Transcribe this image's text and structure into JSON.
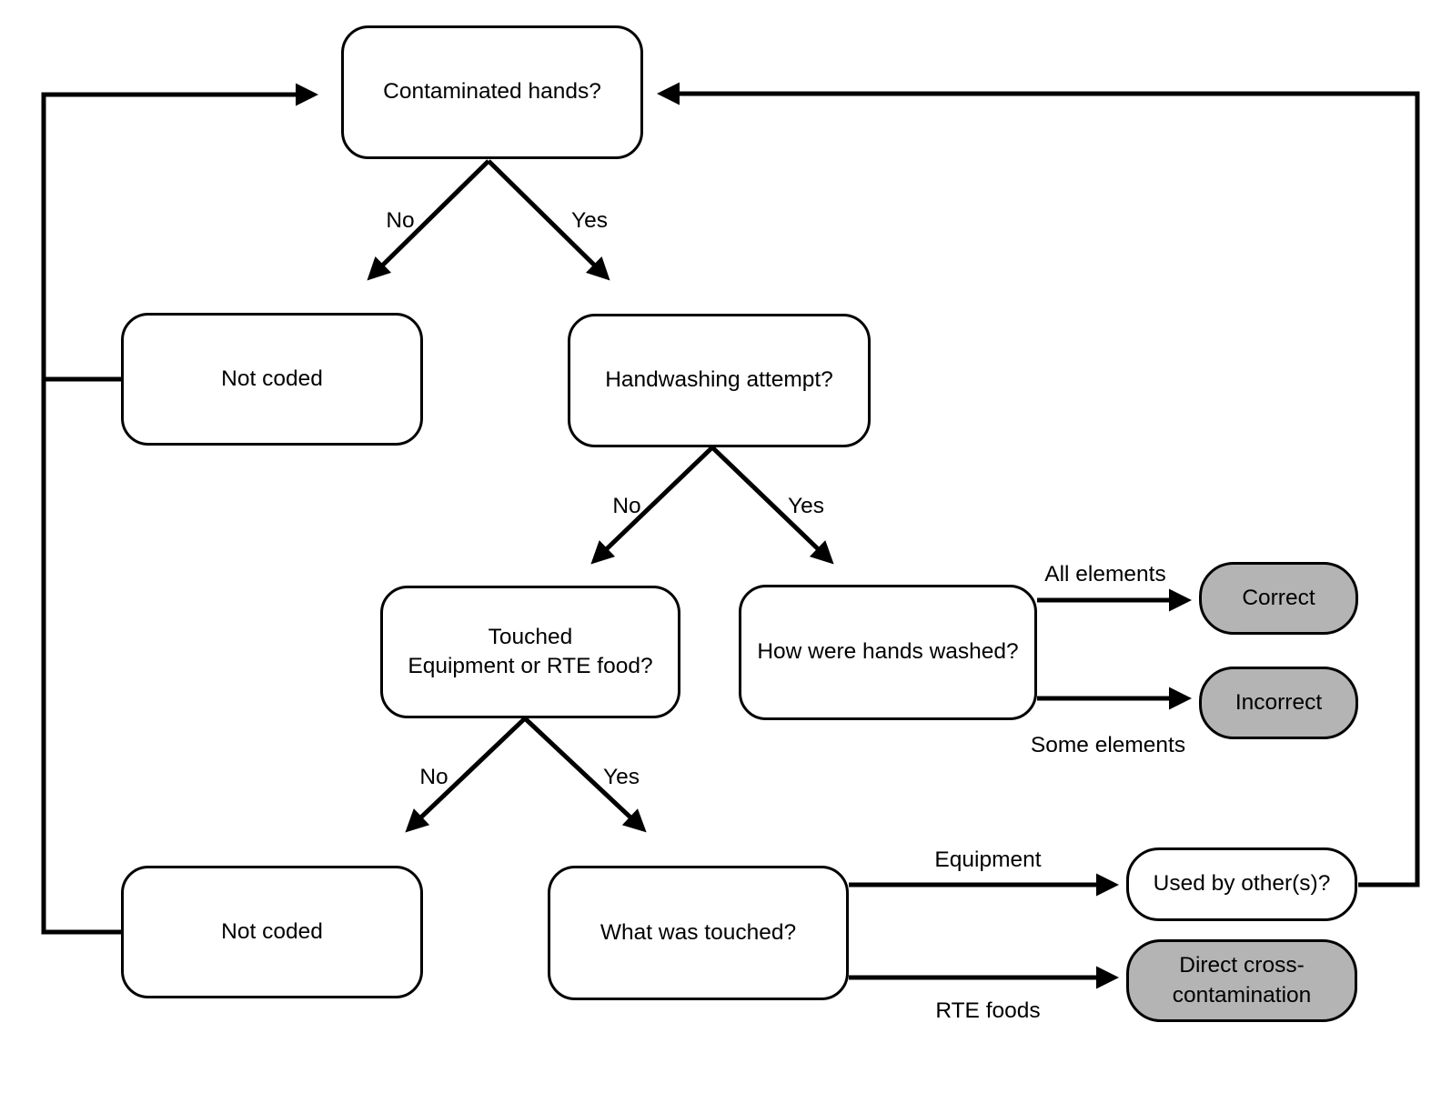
{
  "diagram": {
    "title": "Handwashing coding decision tree",
    "colors": {
      "background": "#ffffff",
      "line": "#000000",
      "node_fill": "#ffffff",
      "terminal_fill": "#b4b4b4"
    },
    "nodes": [
      {
        "id": "contaminated-hands",
        "label": "Contaminated hands?",
        "type": "decision"
      },
      {
        "id": "not-coded-top",
        "label": "Not coded",
        "type": "outcome"
      },
      {
        "id": "handwashing-attempt",
        "label": "Handwashing attempt?",
        "type": "decision"
      },
      {
        "id": "touched-equipment-or-rte-food",
        "label": "Touched\nEquipment or RTE food?",
        "type": "decision"
      },
      {
        "id": "how-were-hands-washed",
        "label": "How were hands washed?",
        "type": "decision"
      },
      {
        "id": "correct",
        "label": "Correct",
        "type": "terminal"
      },
      {
        "id": "incorrect",
        "label": "Incorrect",
        "type": "terminal"
      },
      {
        "id": "not-coded-bottom",
        "label": "Not coded",
        "type": "outcome"
      },
      {
        "id": "what-was-touched",
        "label": "What was touched?",
        "type": "decision"
      },
      {
        "id": "used-by-others",
        "label": "Used by other(s)?",
        "type": "decision"
      },
      {
        "id": "direct-cross-contamination",
        "label": "Direct cross-\ncontamination",
        "type": "terminal"
      }
    ],
    "edge_labels": [
      {
        "id": "contaminated-no",
        "label": "No"
      },
      {
        "id": "contaminated-yes",
        "label": "Yes"
      },
      {
        "id": "handwashing-no",
        "label": "No"
      },
      {
        "id": "handwashing-yes",
        "label": "Yes"
      },
      {
        "id": "all-elements",
        "label": "All elements"
      },
      {
        "id": "some-elements",
        "label": "Some elements"
      },
      {
        "id": "touched-no",
        "label": "No"
      },
      {
        "id": "touched-yes",
        "label": "Yes"
      },
      {
        "id": "equipment",
        "label": "Equipment"
      },
      {
        "id": "rte-foods",
        "label": "RTE foods"
      }
    ]
  }
}
